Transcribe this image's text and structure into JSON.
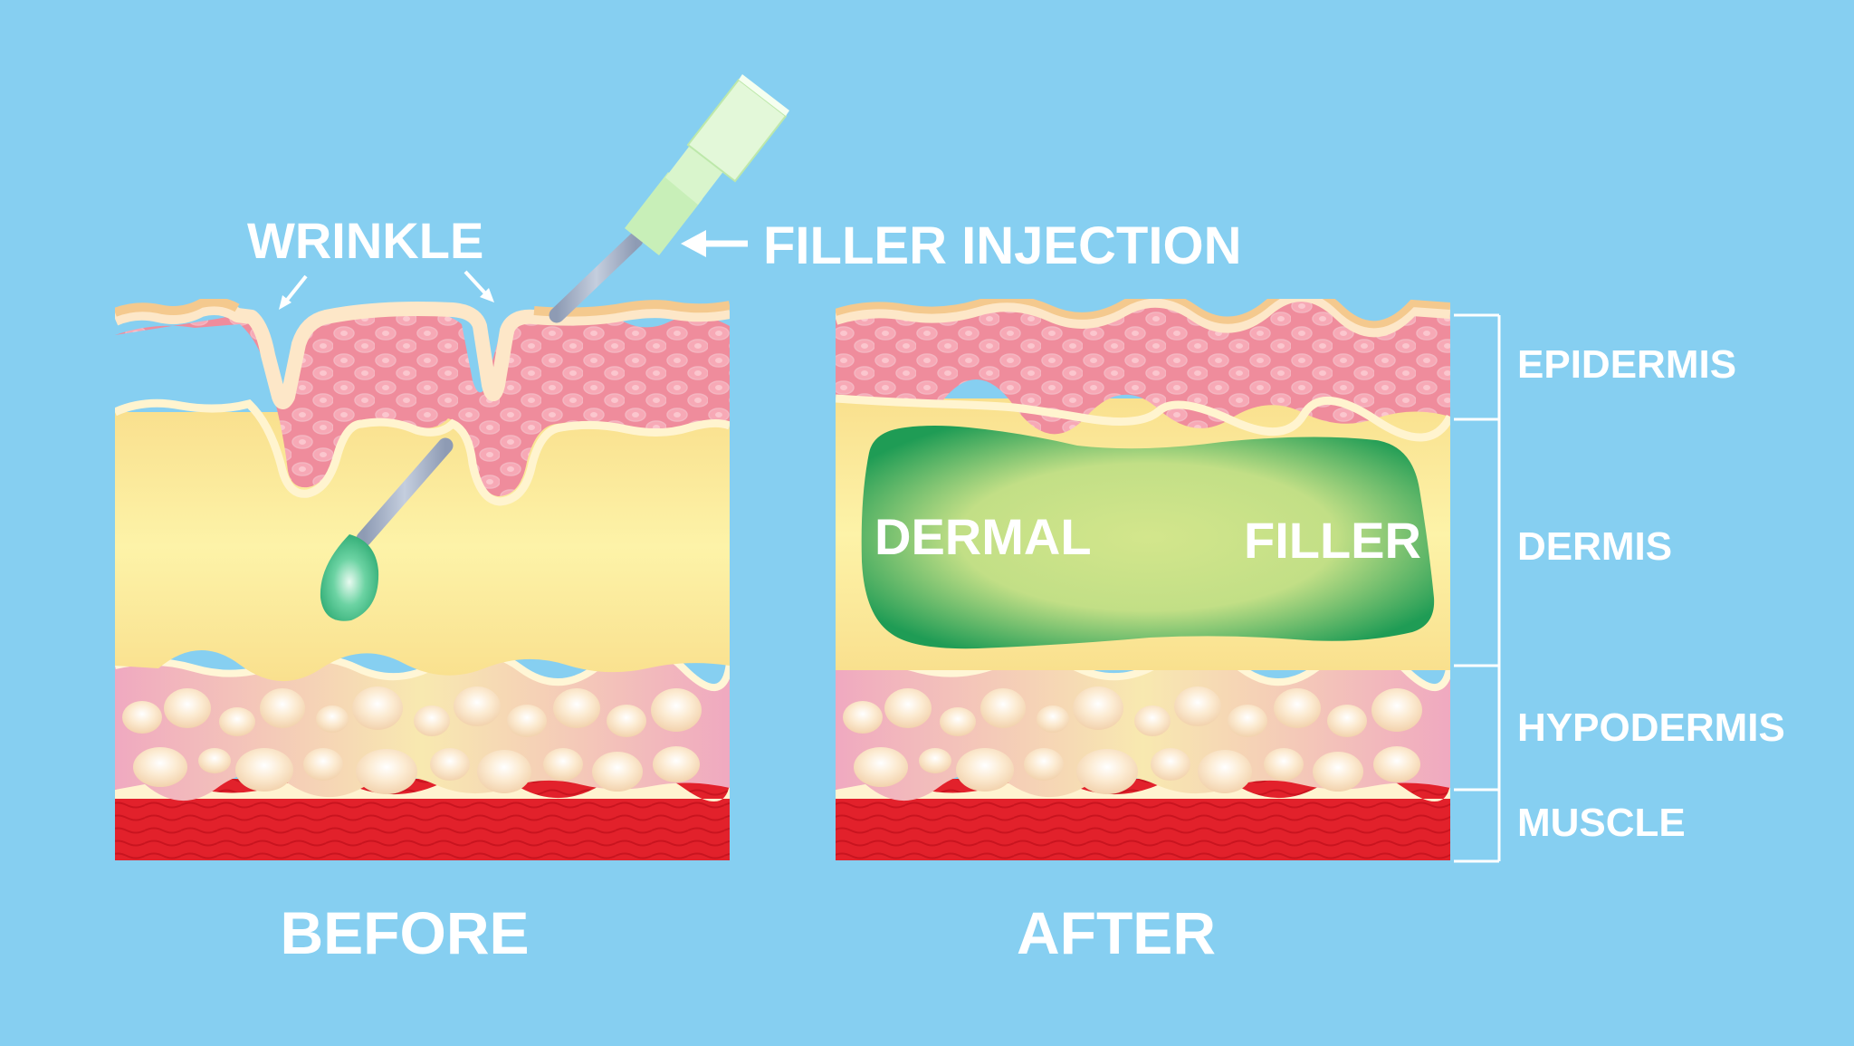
{
  "colors": {
    "background": "#86cff1",
    "epidermis_top": "#f4c98e",
    "epidermis": "#ef8c9c",
    "dermis": "#fbe89c",
    "hypodermis": "#f0b5c8",
    "fat_cell": "#fbe3c6",
    "muscle": "#e3202a",
    "filler_edge": "#1f9c55",
    "filler_center": "#cfe58a",
    "needle": "#a0aec6",
    "syringe": "#c6f0b9",
    "label": "#ffffff"
  },
  "callouts": {
    "wrinkle": "WRINKLE",
    "filler_injection": "FILLER INJECTION"
  },
  "panels": {
    "before": {
      "caption": "BEFORE"
    },
    "after": {
      "caption": "AFTER",
      "filler_words": [
        "DERMAL",
        "FILLER"
      ]
    }
  },
  "layers": [
    {
      "label": "EPIDERMIS"
    },
    {
      "label": "DERMIS"
    },
    {
      "label": "HYPODERMIS"
    },
    {
      "label": "MUSCLE"
    }
  ]
}
